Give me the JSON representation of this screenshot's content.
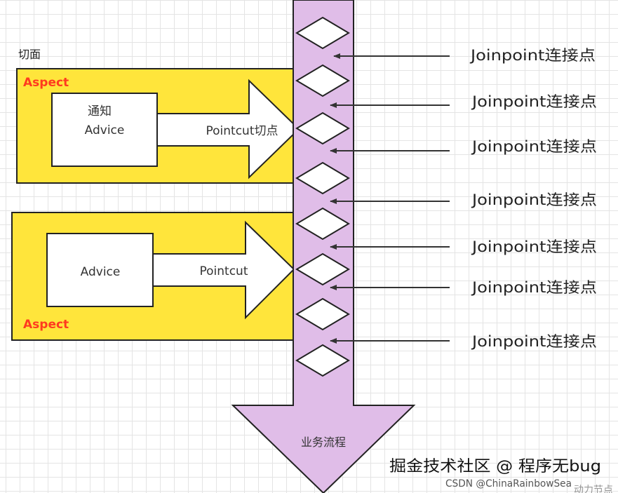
{
  "section_label": "切面",
  "aspects": [
    {
      "label": "Aspect",
      "advice_line1": "通知",
      "advice_line2": "Advice",
      "pointcut": "Pointcut切点"
    },
    {
      "label": "Aspect",
      "advice_line1": "",
      "advice_line2": "Advice",
      "pointcut": "Pointcut"
    }
  ],
  "flow_label": "业务流程",
  "joinpoints": [
    "Joinpoint连接点",
    "Joinpoint连接点",
    "Joinpoint连接点",
    "Joinpoint连接点",
    "Joinpoint连接点",
    "Joinpoint连接点",
    "Joinpoint连接点"
  ],
  "watermark": {
    "line1": "掘金技术社区 @ 程序无bug",
    "line2": "CSDN @ChinaRainbowSea",
    "line3": "动力节点"
  },
  "colors": {
    "aspect_fill": "#ffe53b",
    "flow_fill": "#e0bde8",
    "aspect_label": "#ff3b1f"
  }
}
